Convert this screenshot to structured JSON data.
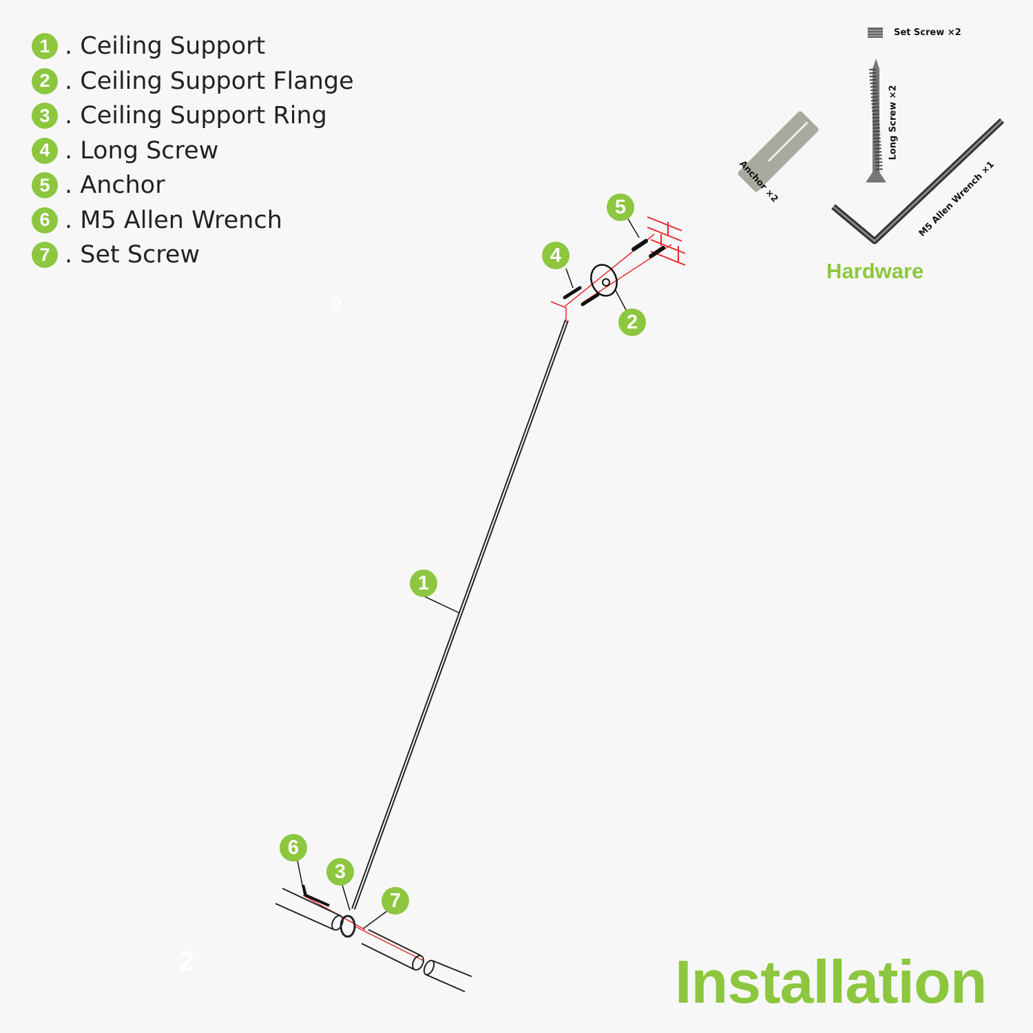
{
  "legend": [
    {
      "num": "1",
      "label": ". Ceiling Support"
    },
    {
      "num": "2",
      "label": ". Ceiling Support Flange"
    },
    {
      "num": "3",
      "label": ". Ceiling Support Ring"
    },
    {
      "num": "4",
      "label": ". Long Screw"
    },
    {
      "num": "5",
      "label": ". Anchor"
    },
    {
      "num": "6",
      "label": ". M5 Allen Wrench"
    },
    {
      "num": "7",
      "label": ". Set Screw"
    }
  ],
  "hardware": {
    "title": "Hardware",
    "set_screw": "Set Screw ×2",
    "long_screw": "Long Screw ×2",
    "anchor": "Anchor ×2",
    "wrench": "M5 Allen Wrench ×1"
  },
  "callouts": [
    "1",
    "2",
    "3",
    "4",
    "5",
    "6",
    "7"
  ],
  "ghost_marks": [
    "2",
    "2"
  ],
  "title": "Installation",
  "colors": {
    "accent": "#8dc63f",
    "guide": "#e8262b",
    "part": "#222222"
  }
}
